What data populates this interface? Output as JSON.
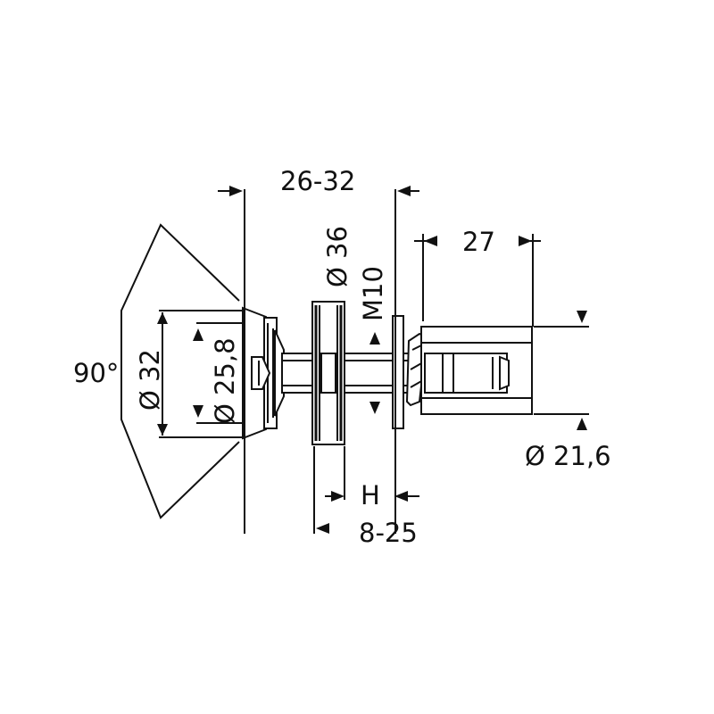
{
  "drawing": {
    "stroke_color": "#111111",
    "background_color": "#ffffff",
    "dimensions": {
      "overall_length": "26-32",
      "stud_length": "27",
      "angle": "90°",
      "outer_diameter": "Ø 32",
      "inner_diameter": "Ø 25,8",
      "washer_diameter": "Ø 36",
      "thread": "M10",
      "thickness_label": "H",
      "clamp_range": "8-25",
      "nut_diameter": "Ø 21,6"
    }
  }
}
